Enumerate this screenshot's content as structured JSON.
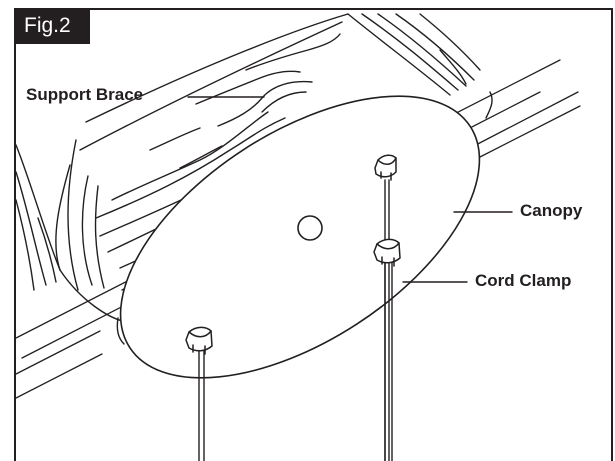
{
  "figure": {
    "tag": "Fig.2",
    "labels": {
      "support_brace": "Support Brace",
      "canopy": "Canopy",
      "cord_clamp": "Cord Clamp"
    }
  },
  "colors": {
    "ink": "#231f20",
    "background": "#ffffff"
  }
}
